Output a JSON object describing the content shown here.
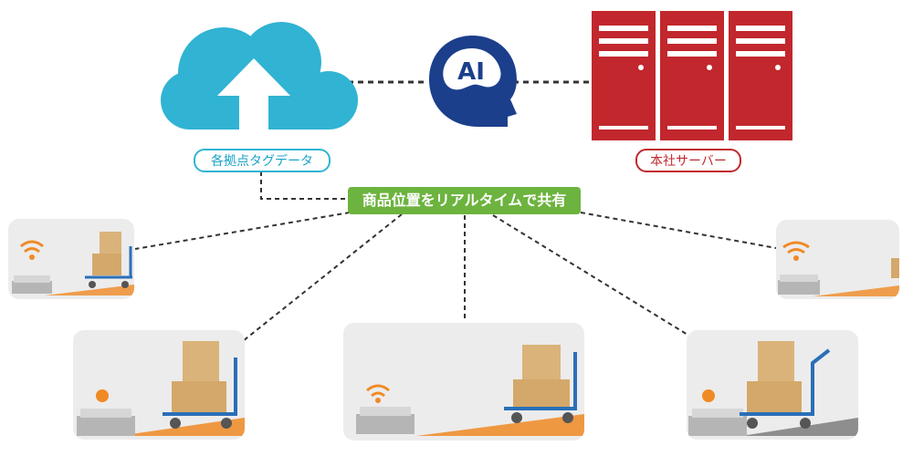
{
  "cloud": {
    "label": "各拠点タグデータ",
    "icon": "cloud-upload-icon",
    "color": "#31b3d3"
  },
  "ai": {
    "text": "AI",
    "icon": "ai-head-icon",
    "color": "#1c3f8c"
  },
  "server": {
    "label": "本社サーバー",
    "icon": "server-rack-icon",
    "color": "#c1272d"
  },
  "share": {
    "text": "商品位置をリアルタイムで共有",
    "color": "#6db33f"
  },
  "panels": [
    {
      "name": "warehouse-left-small",
      "signal": "wifi"
    },
    {
      "name": "warehouse-right-small",
      "signal": "wifi"
    },
    {
      "name": "warehouse-bottom-left",
      "signal": "dot"
    },
    {
      "name": "warehouse-bottom-center",
      "signal": "wifi"
    },
    {
      "name": "warehouse-bottom-right",
      "signal": "dot"
    }
  ],
  "accent": "#f08a24"
}
